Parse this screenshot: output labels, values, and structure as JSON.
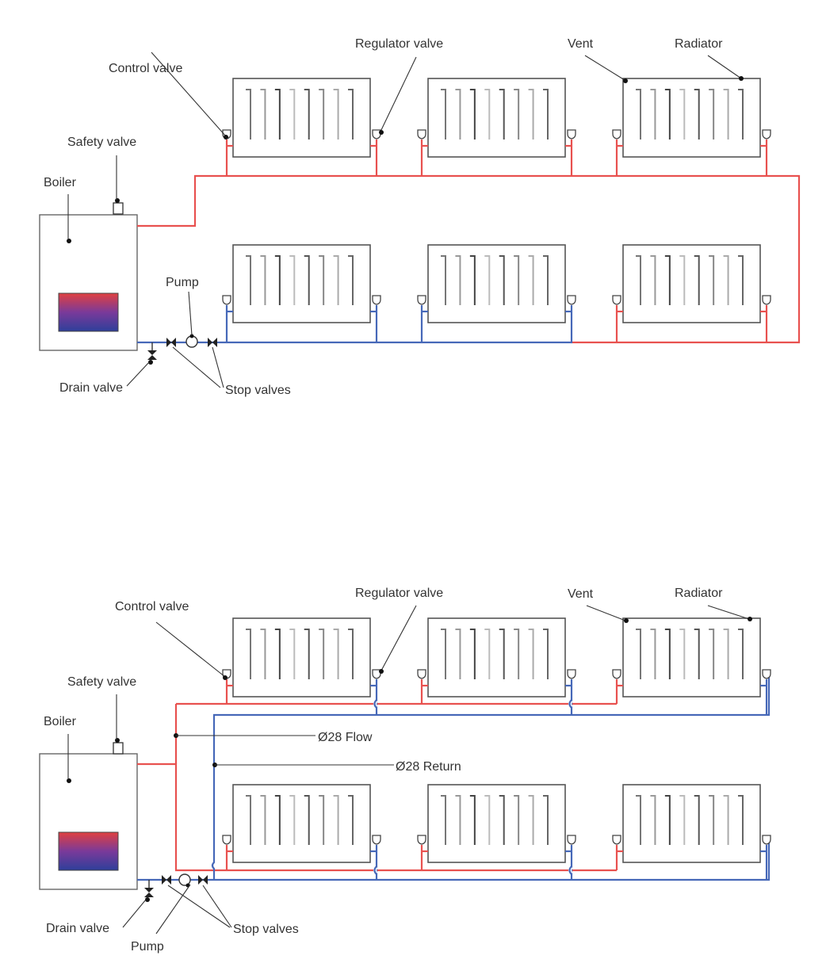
{
  "diagrams": [
    {
      "id": "one-pipe",
      "labels": {
        "control_valve": "Control valve",
        "regulator_valve": "Regulator valve",
        "vent": "Vent",
        "radiator": "Radiator",
        "safety_valve": "Safety valve",
        "boiler": "Boiler",
        "pump": "Pump",
        "drain_valve": "Drain valve",
        "stop_valves": "Stop valves"
      }
    },
    {
      "id": "two-pipe",
      "labels": {
        "control_valve": "Control valve",
        "regulator_valve": "Regulator valve",
        "vent": "Vent",
        "radiator": "Radiator",
        "safety_valve": "Safety valve",
        "boiler": "Boiler",
        "pump": "Pump",
        "drain_valve": "Drain valve",
        "stop_valves": "Stop valves",
        "flow": "Ø28 Flow",
        "return": "Ø28 Return"
      }
    }
  ],
  "colors": {
    "flow_pipe": "#e8514f",
    "return_pipe": "#4668b8",
    "burner_top": "#e04040",
    "burner_bottom": "#2e3f9a"
  },
  "legend_icons": [
    "radiator-icon",
    "valve-icon",
    "pump-icon",
    "stop-valve-icon",
    "drain-valve-icon",
    "safety-valve-icon",
    "boiler-icon"
  ]
}
